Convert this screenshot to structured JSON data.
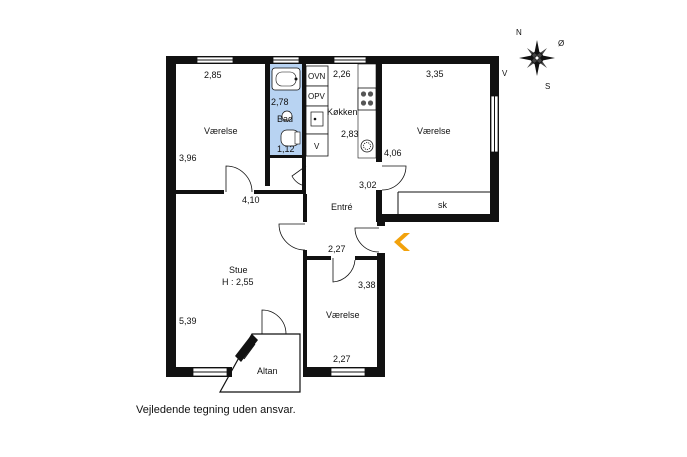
{
  "disclaimer": "Vejledende tegning uden ansvar.",
  "compass": {
    "n": "N",
    "s": "S",
    "v": "V",
    "o": "Ø"
  },
  "rooms": {
    "bedroom_top_left": {
      "name": "Værelse",
      "width": "2,85",
      "height": "3,96"
    },
    "bath": {
      "name": "Bad",
      "width": "2,78",
      "depth": "1,12"
    },
    "kitchen": {
      "name": "Køkken",
      "width": "2,26",
      "depth": "2,83",
      "oven": "OVN",
      "dishwasher": "OPV",
      "washer": "V"
    },
    "bedroom_top_right": {
      "name": "Værelse",
      "width": "3,35",
      "height": "4,06"
    },
    "closet": {
      "name": "sk"
    },
    "entry": {
      "name": "Entré",
      "width": "3,02",
      "depth": "2,27"
    },
    "living": {
      "name": "Stue",
      "ceiling": "H : 2,55",
      "width": "4,10",
      "height": "5,39"
    },
    "bedroom_bottom": {
      "name": "Værelse",
      "width": "2,27",
      "height": "3,38"
    },
    "balcony": {
      "name": "Altan"
    }
  },
  "colors": {
    "bath_fill": "#b8d3f2",
    "entry_arrow": "#f2a20c",
    "walls": "#111111"
  }
}
